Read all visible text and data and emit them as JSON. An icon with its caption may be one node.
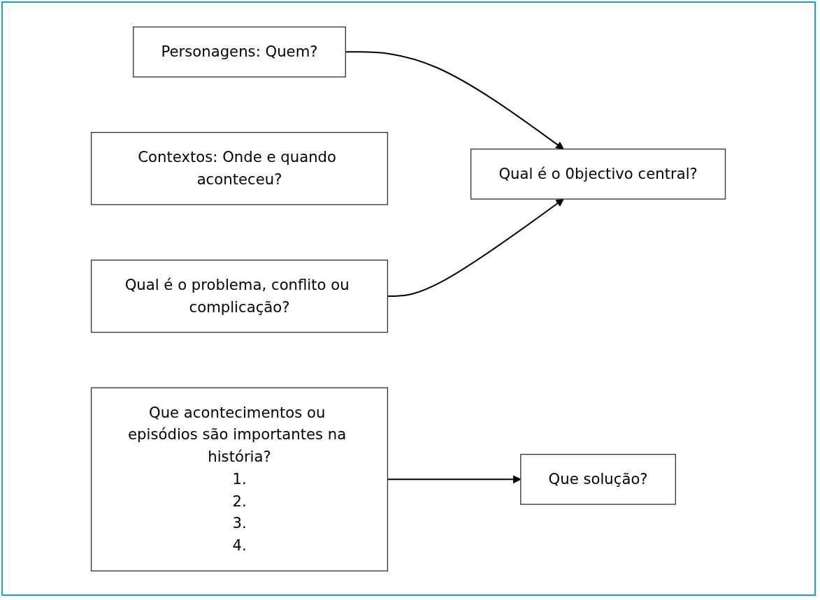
{
  "diagram": {
    "nodes": [
      {
        "text": [
          "Personagens: Quem?"
        ]
      },
      {
        "text": [
          "Contextos: Onde e quando aconteceu?"
        ]
      },
      {
        "text": [
          "Qual é o 0bjectivo central?"
        ]
      },
      {
        "text": [
          "Qual é o problema, conflito ou complicação?"
        ]
      },
      {
        "text": [
          "Que acontecimentos ou episódios são importantes na história?",
          "1.",
          "2.",
          "3.",
          "4."
        ]
      },
      {
        "text": [
          "Que solução?"
        ]
      }
    ],
    "edges": [
      {
        "from": 0,
        "to": 2,
        "arrow": "to"
      },
      {
        "from": 3,
        "to": 2,
        "arrow": "to"
      },
      {
        "from": 4,
        "to": 5,
        "arrow": "to"
      }
    ]
  }
}
